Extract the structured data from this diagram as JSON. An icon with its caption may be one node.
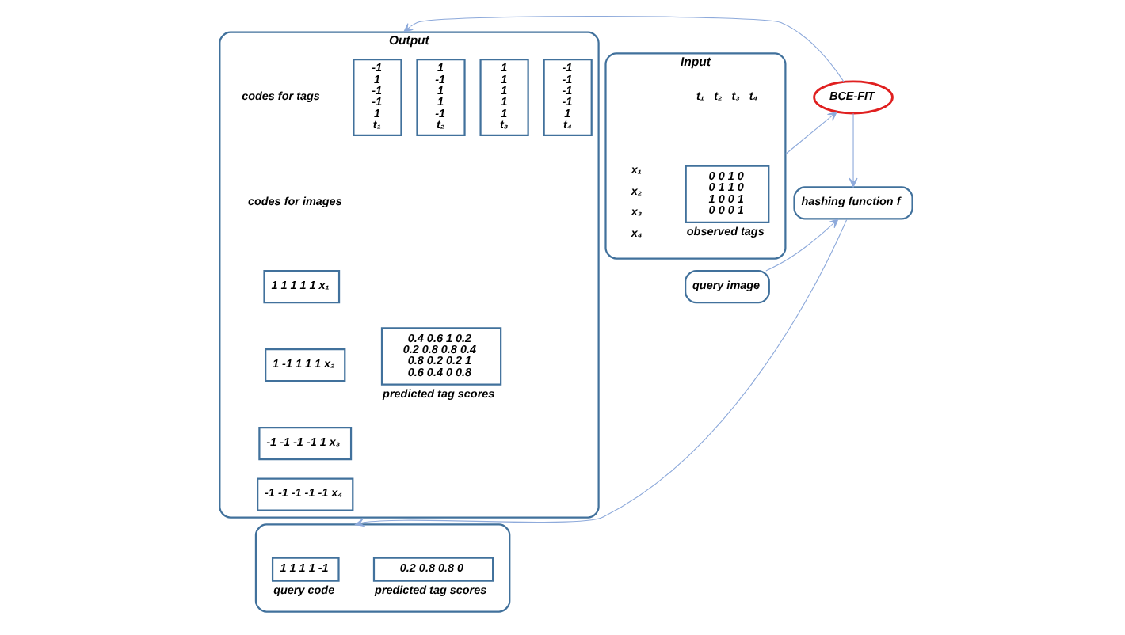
{
  "diagram": {
    "nodes": [
      {
        "text": [
          "Input"
        ]
      },
      {
        "text": [
          "0 0 1 0",
          "0 1 1 0",
          "1 0 0 1",
          "0 0 0 1"
        ],
        "in": 0,
        "beside": [
          "observed tags"
        ]
      },
      {
        "text": [
          "BCE-FIT"
        ]
      },
      {
        "text": [
          "Output"
        ]
      },
      {
        "text": [
          "-1",
          "1",
          "-1",
          "-1",
          "1",
          "t₁"
        ],
        "in": 3
      },
      {
        "text": [
          "1",
          "-1",
          "1",
          "1",
          "-1",
          "t₂"
        ],
        "in": 3
      },
      {
        "text": [
          "1",
          "1",
          "1",
          "1",
          "1",
          "t₃"
        ],
        "in": 3
      },
      {
        "text": [
          "-1",
          "-1",
          "-1",
          "-1",
          "1",
          "t₄"
        ],
        "in": 3
      },
      {
        "text": [
          "1 1 1 1 1 x₁"
        ],
        "in": 3
      },
      {
        "text": [
          "1 -1 1 1 1 x₂"
        ],
        "in": 3
      },
      {
        "text": [
          "-1 -1 -1 -1 1 x₃"
        ],
        "in": 3
      },
      {
        "text": [
          "-1 -1 -1 -1 -1 x₄"
        ],
        "in": 3
      },
      {
        "text": [
          "0.4 0.6 1 0.2",
          "0.2 0.8 0.8 0.4",
          "0.8 0.2 0.2 1",
          "0.6 0.4 0 0.8"
        ],
        "in": 3,
        "beside": [
          "predicted tag scores"
        ]
      },
      {
        "text": [
          "query image"
        ]
      },
      {
        "text": [
          "hashing function f"
        ]
      },
      {
        "text": [],
        "shape": "box"
      },
      {
        "text": [
          "1 1 1 1 -1"
        ],
        "in": 15,
        "beside": [
          "query code"
        ]
      },
      {
        "text": [
          "0.2 0.8 0.8 0"
        ],
        "in": 15,
        "beside": [
          "predicted tag scores"
        ]
      }
    ],
    "edges": [
      {
        "from": 0,
        "to": 2,
        "arrow": "to"
      },
      {
        "from": 2,
        "to": 3,
        "arrow": "to"
      },
      {
        "from": 2,
        "to": 14,
        "arrow": "to"
      },
      {
        "from": 13,
        "to": 14,
        "arrow": "to"
      },
      {
        "from": 14,
        "to": 15,
        "arrow": "to"
      }
    ],
    "labels": [
      "codes for tags",
      "t₁",
      "t₂",
      "t₃",
      "t₄",
      "x₁",
      "x₂",
      "x₃",
      "x₄",
      "codes for images"
    ]
  }
}
